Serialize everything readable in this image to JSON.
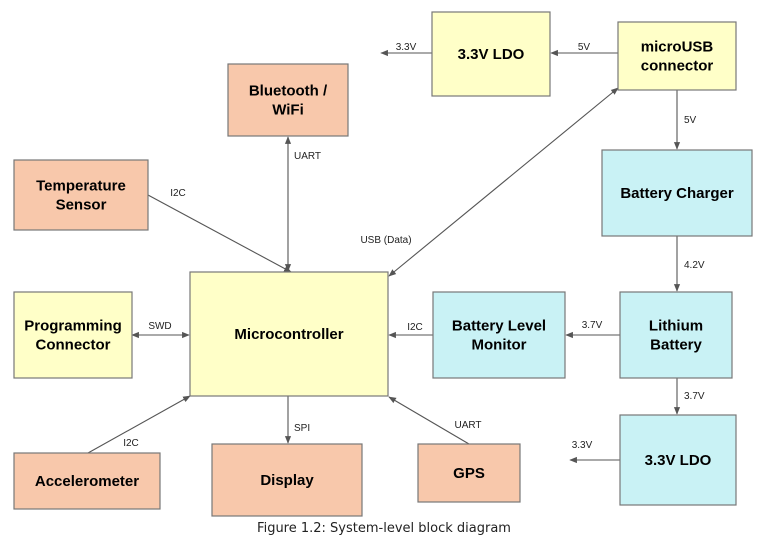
{
  "colors": {
    "yellow": "#ffffc8",
    "blue": "#c9f2f5",
    "salmon": "#f8c8ab",
    "stroke": "#777777",
    "arrow": "#555555"
  },
  "blocks": [
    {
      "id": "ldo-top",
      "lines": [
        "3.3V LDO"
      ],
      "color": "yellow"
    },
    {
      "id": "microusb",
      "lines": [
        "microUSB",
        "connector"
      ],
      "color": "yellow"
    },
    {
      "id": "bluetooth",
      "lines": [
        "Bluetooth /",
        "WiFi"
      ],
      "color": "salmon"
    },
    {
      "id": "temp",
      "lines": [
        "Temperature",
        "Sensor"
      ],
      "color": "salmon"
    },
    {
      "id": "charger",
      "lines": [
        "Battery Charger"
      ],
      "color": "blue"
    },
    {
      "id": "mcu",
      "lines": [
        "Microcontroller"
      ],
      "color": "yellow"
    },
    {
      "id": "prog",
      "lines": [
        "Programming",
        "Connector"
      ],
      "color": "yellow"
    },
    {
      "id": "battmon",
      "lines": [
        "Battery Level",
        "Monitor"
      ],
      "color": "blue"
    },
    {
      "id": "lithium",
      "lines": [
        "Lithium",
        "Battery"
      ],
      "color": "blue"
    },
    {
      "id": "accel",
      "lines": [
        "Accelerometer"
      ],
      "color": "salmon"
    },
    {
      "id": "display",
      "lines": [
        "Display"
      ],
      "color": "salmon"
    },
    {
      "id": "gps",
      "lines": [
        "GPS"
      ],
      "color": "salmon"
    },
    {
      "id": "ldo-bottom",
      "lines": [
        "3.3V LDO"
      ],
      "color": "blue"
    }
  ],
  "edges": [
    {
      "id": "ldo-top-out",
      "label": "3.3V"
    },
    {
      "id": "usb-to-ldo",
      "label": "5V"
    },
    {
      "id": "usb-to-charger",
      "label": "5V"
    },
    {
      "id": "charger-to-lithium",
      "label": "4.2V"
    },
    {
      "id": "lithium-to-battmon",
      "label": "3.7V"
    },
    {
      "id": "lithium-to-ldo",
      "label": "3.7V"
    },
    {
      "id": "ldo-bottom-out",
      "label": "3.3V"
    },
    {
      "id": "battmon-to-mcu",
      "label": "I2C"
    },
    {
      "id": "bluetooth-mcu",
      "label": "UART"
    },
    {
      "id": "temp-to-mcu",
      "label": "I2C"
    },
    {
      "id": "usb-mcu",
      "label": "USB (Data)"
    },
    {
      "id": "prog-mcu",
      "label": "SWD"
    },
    {
      "id": "accel-to-mcu",
      "label": "I2C"
    },
    {
      "id": "mcu-to-display",
      "label": "SPI"
    },
    {
      "id": "gps-to-mcu",
      "label": "UART"
    }
  ],
  "caption": "Figure 1.2: System-level block diagram"
}
